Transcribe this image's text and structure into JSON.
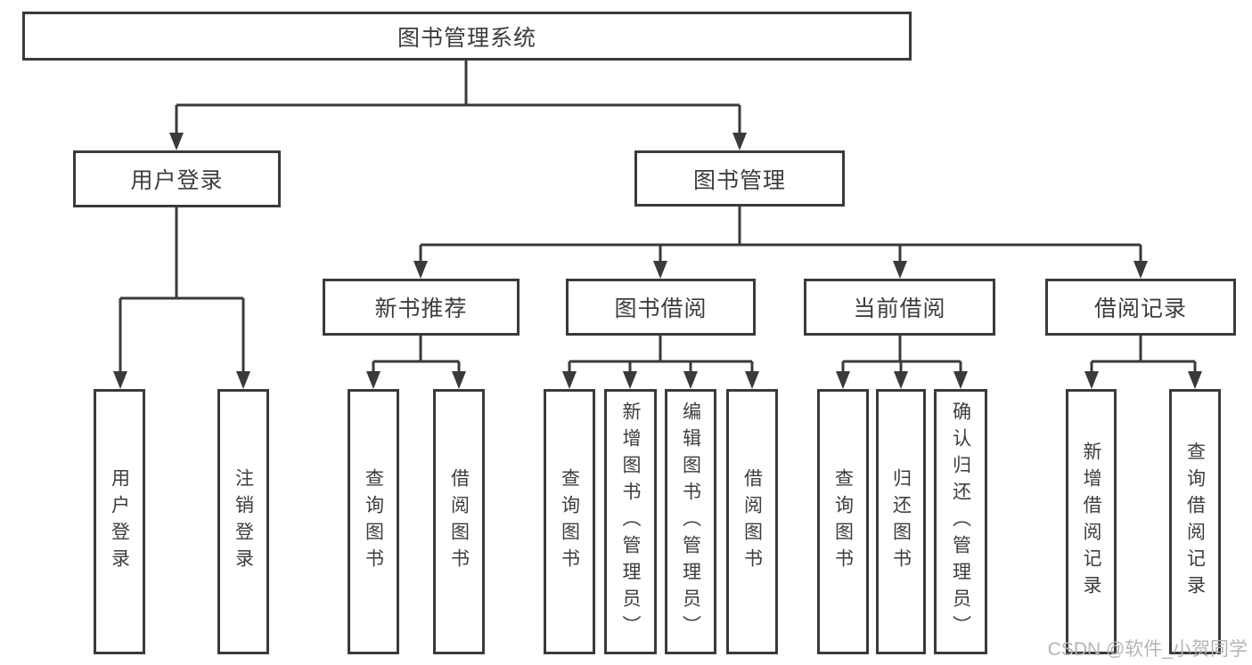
{
  "tree": {
    "root": "图书管理系统",
    "level2": [
      "用户登录",
      "图书管理"
    ],
    "level3": [
      "新书推荐",
      "图书借阅",
      "当前借阅",
      "借阅记录"
    ],
    "leaves": {
      "login": [
        "用户登录",
        "注销登录"
      ],
      "recommend": [
        "查询图书",
        "借阅图书"
      ],
      "borrow": [
        "查询图书",
        "新增图书（管理员）",
        "编辑图书（管理员）",
        "借阅图书"
      ],
      "current": [
        "查询图书",
        "归还图书",
        "确认归还（管理员）"
      ],
      "record": [
        "新增借阅记录",
        "查询借阅记录"
      ]
    }
  },
  "watermark": "CSDN @软件_小贺同学",
  "colors": {
    "line": "#3a3a3a",
    "text": "#3d3d3d",
    "watermark": "#b4b4b4",
    "background": "#ffffff"
  }
}
